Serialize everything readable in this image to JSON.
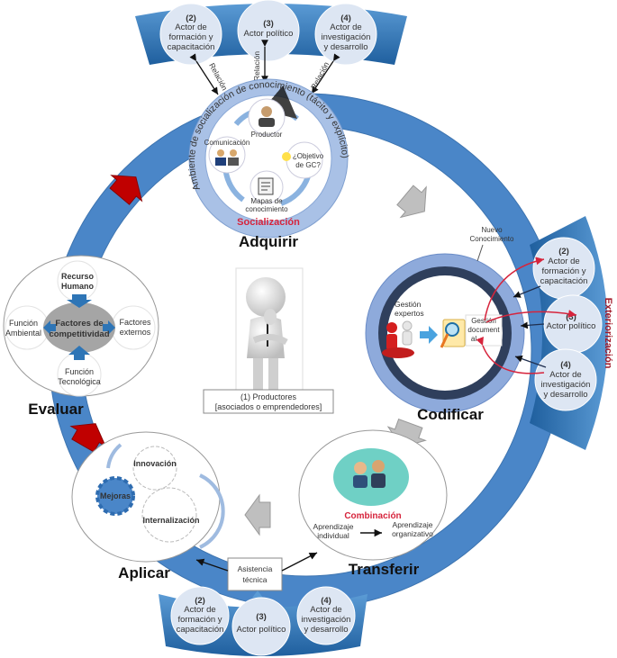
{
  "title": "Knowledge management cycle for producers",
  "stages": {
    "adquirir": "Adquirir",
    "codificar": "Codificar",
    "transferir": "Transferir",
    "aplicar": "Aplicar",
    "evaluar": "Evaluar"
  },
  "top_band": {
    "actors": [
      {
        "num": "(2)",
        "line1": "Actor de",
        "line2": "formación y",
        "line3": "capacitación"
      },
      {
        "num": "(3)",
        "line1": "Actor político",
        "line2": "",
        "line3": ""
      },
      {
        "num": "(4)",
        "line1": "Actor de",
        "line2": "investigación",
        "line3": "y desarrollo"
      }
    ],
    "relation_label": "Relación"
  },
  "socializacion": {
    "ring_text": "Ambiente de socialización de conocimiento (tácito y explícito)",
    "title": "Socialización",
    "nodes": {
      "productor": "Productor",
      "comunicacion": "Comunicación",
      "objetivo_1": "¿Objetivo",
      "objetivo_2": "de GC?",
      "mapas_1": "Mapas de",
      "mapas_2": "conocimiento"
    }
  },
  "evaluar_panel": {
    "center_1": "Factores de",
    "center_2": "competitividad",
    "top_1": "Recurso",
    "top_2": "Humano",
    "left_1": "Función",
    "left_2": "Ambiental",
    "right_1": "Factores",
    "right_2": "externos",
    "bottom_1": "Función",
    "bottom_2": "Tecnológica"
  },
  "center_figure": {
    "caption_1": "(1) Productores",
    "caption_2": "[asociados o emprendedores]"
  },
  "codificar_panel": {
    "nuevo_1": "Nuevo",
    "nuevo_2": "Conocimiento",
    "gestion_expertos_1": "Gestión",
    "gestion_expertos_2": "expertos",
    "gestion_doc_1": "Gestión",
    "gestion_doc_2": "document",
    "gestion_doc_3": "al"
  },
  "exteriorizacion": {
    "title": "Exteriorización",
    "actors": [
      {
        "num": "(2)",
        "line1": "Actor de",
        "line2": "formación y",
        "line3": "capacitación"
      },
      {
        "num": "(3)",
        "line1": "Actor político",
        "line2": "",
        "line3": ""
      },
      {
        "num": "(4)",
        "line1": "Actor de",
        "line2": "investigación",
        "line3": "y desarrollo"
      }
    ]
  },
  "combinacion": {
    "title": "Combinación",
    "from_1": "Aprendizaje",
    "from_2": "individual",
    "to_1": "Aprendizaje",
    "to_2": "organizativo"
  },
  "aplicar_panel": {
    "innovacion": "Innovación",
    "mejoras": "Mejoras",
    "internalizacion": "Internalización"
  },
  "asistencia": {
    "line1": "Asistencia",
    "line2": "técnica"
  },
  "bottom_band": {
    "actors": [
      {
        "num": "(2)",
        "line1": "Actor de",
        "line2": "formación y",
        "line3": "capacitación"
      },
      {
        "num": "(3)",
        "line1": "Actor político",
        "line2": "",
        "line3": ""
      },
      {
        "num": "(4)",
        "line1": "Actor de",
        "line2": "investigación",
        "line3": "y desarrollo"
      }
    ]
  },
  "colors": {
    "ring_blue": "#5b9bd5",
    "band_blue": "#2e75b6",
    "actor_fill": "#dde6f3",
    "arrow_red": "#c00000",
    "arrow_gray": "#bfbfbf",
    "accent_red": "#d6243c"
  }
}
